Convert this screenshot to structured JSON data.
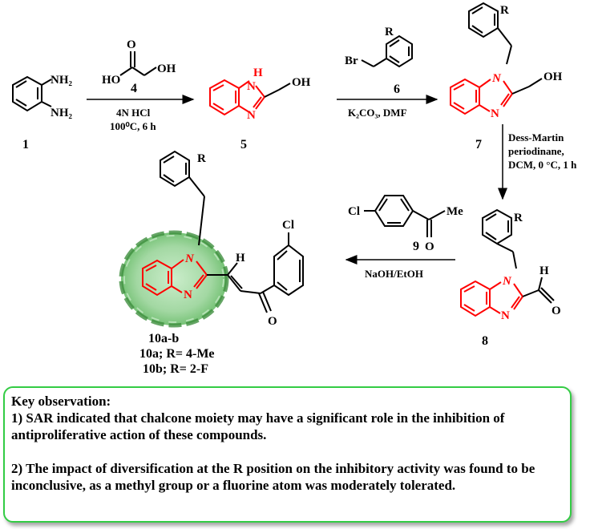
{
  "compounds": {
    "c1": "1",
    "c4": "4",
    "c5": "5",
    "c6": "6",
    "c7": "7",
    "c8": "8",
    "c9": "9",
    "c10": "10a-b",
    "c10a": "10a; R= 4-Me",
    "c10b": "10b; R= 2-F"
  },
  "conditions": {
    "step1": [
      "4N HCl",
      "100⁰C, 6 h"
    ],
    "step2": "K₂CO₃, DMF",
    "step3": [
      "Dess-Martin",
      "periodinane,",
      "DCM, 0 °C, 1 h"
    ],
    "step4": "NaOH/EtOH"
  },
  "atoms": {
    "NH2": "NH₂",
    "HO": "HO",
    "OH": "OH",
    "O": "O",
    "N": "N",
    "H": "H",
    "Br": "Br",
    "R": "R",
    "Cl": "Cl",
    "Me": "Me"
  },
  "observation": {
    "title": "Key observation:",
    "point1": "1) SAR indicated that chalcone moiety may have a significant  role in the inhibition of antiproliferative action of these compounds.",
    "point2": "2) The impact of diversification at the R position on the inhibitory activity was found to be inconclusive, as a methyl group or a fluorine atom was moderately tolerated."
  },
  "colors": {
    "highlight": "#ff0000",
    "box_border": "#33cc44",
    "pharmacophore": "#7cc87c"
  }
}
